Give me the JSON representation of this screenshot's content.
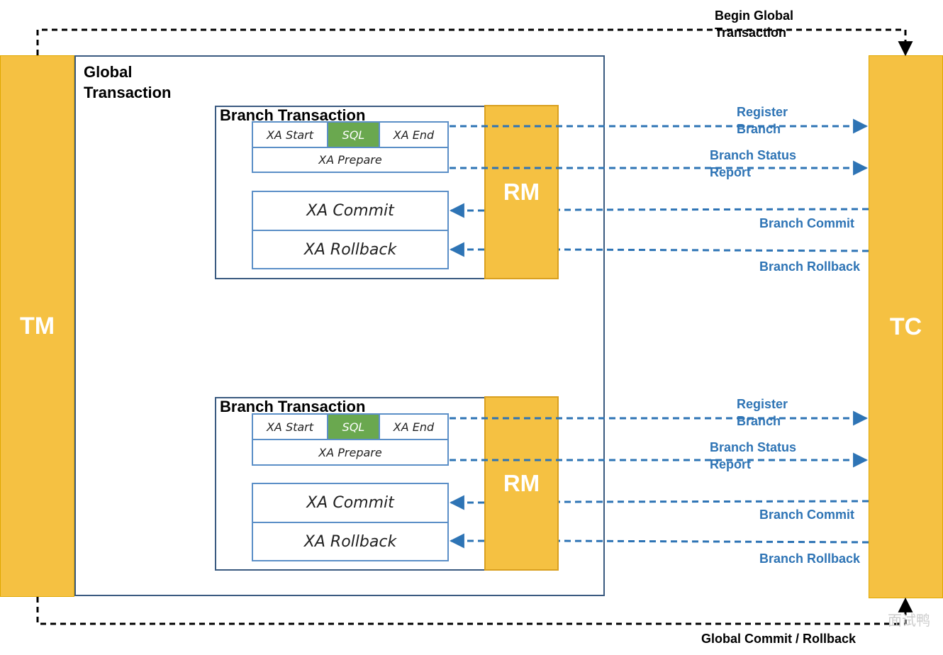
{
  "tm": {
    "label": "TM"
  },
  "tc": {
    "label": "TC"
  },
  "global_transaction": {
    "line1": "Global",
    "line2": "Transaction"
  },
  "begin_global": {
    "line1": "Begin Global",
    "line2": "Transaction"
  },
  "global_commit_rollback": "Global Commit / Rollback",
  "watermark": "面试鸭",
  "branches": [
    {
      "title": "Branch Transaction",
      "xa_start": "XA Start",
      "sql": "SQL",
      "xa_end": "XA End",
      "xa_prepare": "XA Prepare",
      "xa_commit": "XA Commit",
      "xa_rollback": "XA Rollback",
      "rm": "RM",
      "register_line1": "Register",
      "register_line2": "Branch",
      "status_line1": "Branch Status",
      "status_line2": "Report",
      "branch_commit": "Branch Commit",
      "branch_rollback": "Branch Rollback"
    },
    {
      "title": "Branch Transaction",
      "xa_start": "XA Start",
      "sql": "SQL",
      "xa_end": "XA End",
      "xa_prepare": "XA Prepare",
      "xa_commit": "XA Commit",
      "xa_rollback": "XA Rollback",
      "rm": "RM",
      "register_line1": "Register",
      "register_line2": "Branch",
      "status_line1": "Branch Status",
      "status_line2": "Report",
      "branch_commit": "Branch Commit",
      "branch_rollback": "Branch Rollback"
    }
  ],
  "colors": {
    "component_fill": "#f5c142",
    "sql_fill": "#6aa84f",
    "message_blue": "#2e74b5",
    "border_blue": "#3a5a80"
  }
}
